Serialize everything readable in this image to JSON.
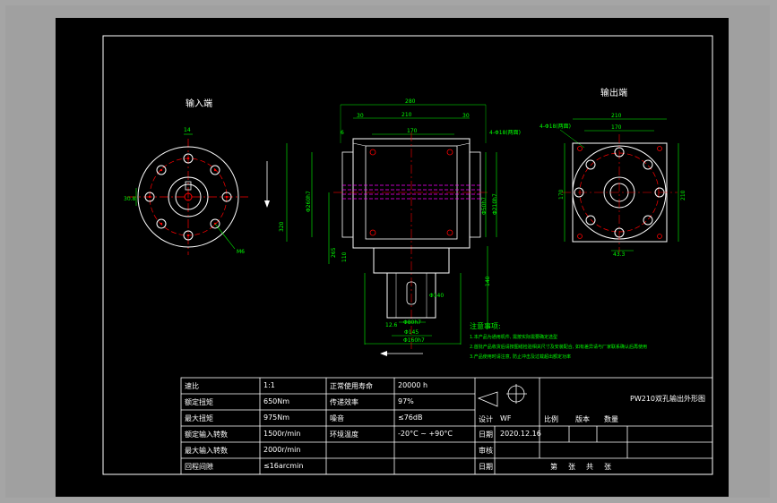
{
  "colors": {
    "background": "#000000",
    "frame": "#ffffff",
    "outline": "#ffffff",
    "dimension": "#00ff00",
    "centerline": "#ff0000",
    "hidden": "#ff00ff",
    "note": "#00ff00",
    "hole": "#ff0000"
  },
  "views": {
    "input_title": "输入端",
    "output_title": "输出端"
  },
  "dims": {
    "input": {
      "d14": "14",
      "d308": "30.8",
      "m6": "M6"
    },
    "front": {
      "w280": "280",
      "w210": "210",
      "w170": "170",
      "w30a": "30",
      "w30b": "30",
      "w6": "6",
      "holes": "4-Φ18(两面)",
      "h320": "320",
      "h265": "265",
      "h110": "110",
      "h140": "140",
      "d_left": "Φ260h7",
      "d_right": "Φ210h7",
      "d_mid": "Φ50h7",
      "d_in": "Φ80h7",
      "b126": "12.6",
      "b140": "Φ140",
      "b_dim": "Φ",
      "bot1": "Φ145",
      "bot2": "Φ160h7"
    },
    "output": {
      "w210": "210",
      "w170": "170",
      "h170": "170",
      "h210": "210",
      "holes": "4-Φ18(两面)",
      "d433": "43.3"
    }
  },
  "notes": {
    "title": "注意事项:",
    "lines": [
      "1.本产品为通用机件, 需按实际需要确定选型",
      "2.首批产品收货后请按图纸检验相关尺寸及安装配合, 如有差异请与厂家联系确认后再使用",
      "3.产品使用时请注意, 防止冲击及过载超出额定功率"
    ]
  },
  "title_block": {
    "rows": [
      [
        "速比",
        "1:1",
        "正常使用寿命",
        "20000 h"
      ],
      [
        "额定扭矩",
        "650Nm",
        "传递效率",
        "97%"
      ],
      [
        "最大扭矩",
        "975Nm",
        "噪音",
        "≤76dB"
      ],
      [
        "额定输入转数",
        "1500r/min",
        "环境温度",
        "-20°C ~ +90°C"
      ],
      [
        "最大输入转数",
        "2000r/min",
        "",
        ""
      ],
      [
        "回程间隙",
        "≤16arcmin",
        "",
        ""
      ]
    ],
    "drawing_title": "PW210双孔输出外形图",
    "design_label": "设计",
    "designer": "WF",
    "scale_label": "比例",
    "version_label": "版本",
    "qty_label": "数量",
    "date_label": "日期",
    "date": "2020.12.16",
    "review_label": "审核",
    "date_label2": "日期",
    "sheet_text": "第　张　共　张"
  }
}
